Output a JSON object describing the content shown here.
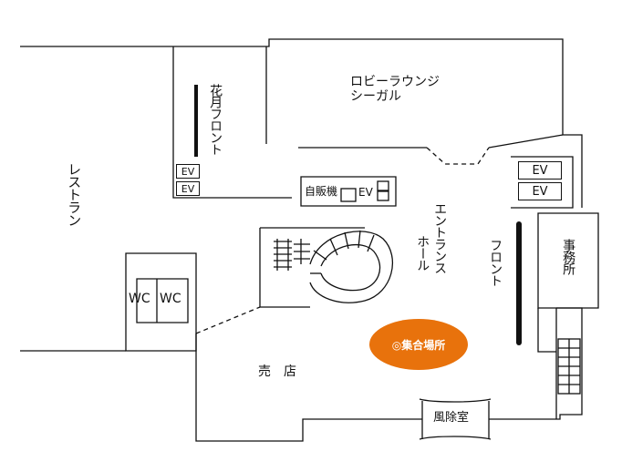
{
  "rooms": {
    "restaurant": "レストラン",
    "flower_front": "花月フロント",
    "lobby_line1": "ロビーラウンジ",
    "lobby_line2": "シーガル",
    "vending": "自販機",
    "entrance_hall_col1": "エントランス",
    "entrance_hall_col2": "ホール",
    "front": "フロント",
    "office": "事務所",
    "shop": "売　店",
    "windbreak": "風除室",
    "meeting_point": "◎集合場所"
  },
  "elevators": {
    "ev_small_1": "EV",
    "ev_small_2": "EV",
    "ev_vending": "EV",
    "ev_large_1": "EV",
    "ev_large_2": "EV"
  },
  "restrooms": {
    "wc_1": "WC",
    "wc_2": "WC"
  },
  "colors": {
    "meeting_point_fill": "#e8720c",
    "lines": "#111111"
  }
}
